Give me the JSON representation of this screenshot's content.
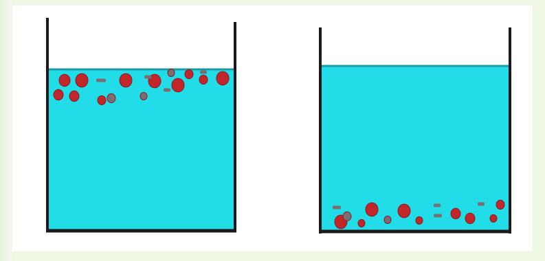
{
  "figure": {
    "description_tags": [
      "beaker-floating-particles",
      "beaker-settled-particles"
    ],
    "colors": {
      "water": "#22dde7",
      "water_surface": "#1c9aa6",
      "container_wall": "#1a1a1a",
      "particle": "#c0262a",
      "particle_dark": "#8a1a20",
      "particle_gray": "#7a6e72",
      "background": "#ffffff",
      "outer_background": "#eef6e4"
    },
    "beakers": [
      {
        "name": "left-beaker",
        "particle_state": "floating-at-surface"
      },
      {
        "name": "right-beaker",
        "particle_state": "settled-at-bottom"
      }
    ]
  }
}
